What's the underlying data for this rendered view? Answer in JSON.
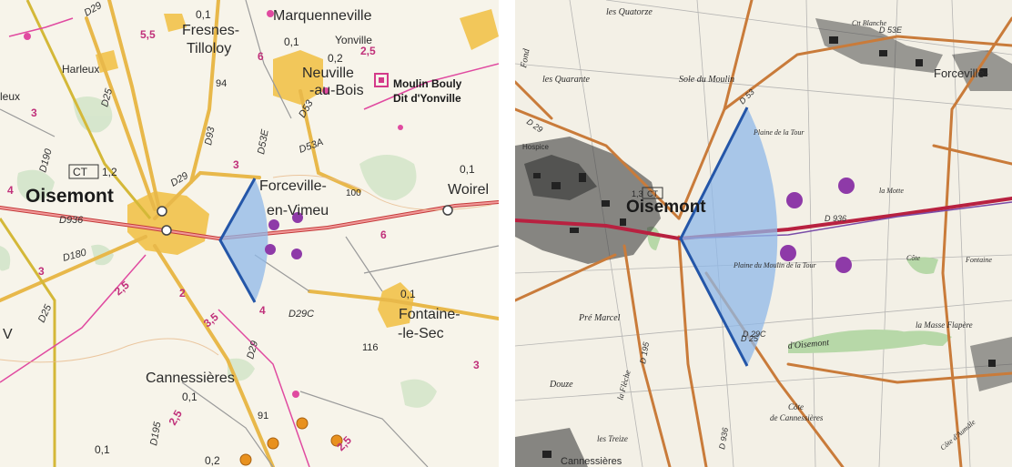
{
  "colors": {
    "sector_fill": "#8fb8e8",
    "sector_edge": "#2456a8",
    "turbine": "#8e3aa8",
    "existing_turbine": "#e8911e",
    "road_main": "#c43a3a",
    "road_sec": "#e8b84a",
    "town": "#f2c75a"
  },
  "left_map": {
    "places": {
      "marquenneville": "Marquenneville",
      "fresnes": "Fresnes-",
      "tilloloy": "Tilloloy",
      "yonville": "Yonville",
      "neuville": "Neuville",
      "au_bois": "-au-Bois",
      "harleux": "Harleux",
      "leux": "leux",
      "oisemont": "Oisemont",
      "forceville": "Forceville-",
      "en_vimeu": "en-Vimeu",
      "woirel": "Woirel",
      "fontaine": "Fontaine-",
      "le_sec": "-le-Sec",
      "cannessieres": "Cannessières",
      "moulin_1": "Moulin Bouly",
      "moulin_2": "Dit d'Yonville",
      "ct": "CT"
    },
    "roads": {
      "d29": "D29",
      "d25": "D25",
      "d93": "D93",
      "d53": "D53",
      "d53e": "D53E",
      "d53a": "D53A",
      "d190": "D190",
      "d936": "D936",
      "d180": "D180",
      "d25b": "D25",
      "d29c": "D29C",
      "d29b": "D29",
      "d195": "D195",
      "d29t": "D29"
    },
    "numbers": {
      "n55": "5,5",
      "n01a": "0,1",
      "n01b": "0,1",
      "n02": "0,2",
      "n25a": "2,5",
      "n94": "94",
      "n6a": "6",
      "n3a": "3",
      "n3b": "3",
      "n12": "1,2",
      "n4a": "4",
      "n01c": "0,1",
      "n100": "100",
      "n6b": "6",
      "n3c": "3",
      "n2": "2",
      "n25b": "2,5",
      "n35": "3,5",
      "n4b": "4",
      "n01d": "0,1",
      "n116": "116",
      "n01e": "0,1",
      "n25c": "2,5",
      "n91": "91",
      "n02b": "0,2",
      "n01f": "0,1",
      "n25d": "2,5",
      "n3d": "3",
      "nv": "V"
    }
  },
  "right_map": {
    "places": {
      "quatorze": "les Quatorze",
      "fond_left": "Fond",
      "quarante": "les Quarante",
      "sole_moulin": "Sole du Moulin",
      "ctt_blanche": "Ctt Blanche",
      "forceville": "Forceville-",
      "plaine_tour": "Plaine de la Tour",
      "hospice": "Hospice",
      "oisemont": "Oisemont",
      "ct": "CT",
      "n13": "1,3",
      "moulin_tour": "Plaine du Moulin de la Tour",
      "la_motte": "la Motte",
      "fontaine": "Fontaine",
      "cote": "Côte",
      "pre_marcel": "Pré Marcel",
      "douze": "Douze",
      "fond_la_fleche": "la Flèche",
      "cote_cannessieres": "Côte",
      "cannessieres_2": "de Cannessières",
      "treize": "les Treize",
      "cannessieres": "Cannessières",
      "chemin_oisemont": "d'Oisemont",
      "masse_flapere": "la Masse Flapère",
      "cote_aumale": "Côte d'Aumâle"
    },
    "roads": {
      "d936": "D 936",
      "d53": "D 53",
      "d29": "D 29",
      "d25": "D 25",
      "d195": "D 195",
      "d29c": "D 29C",
      "d936b": "D 936",
      "d53e": "D 53E"
    }
  },
  "legend_icons": {
    "left_sector": "wind-sector-icon",
    "right_sector": "wind-sector-icon"
  }
}
